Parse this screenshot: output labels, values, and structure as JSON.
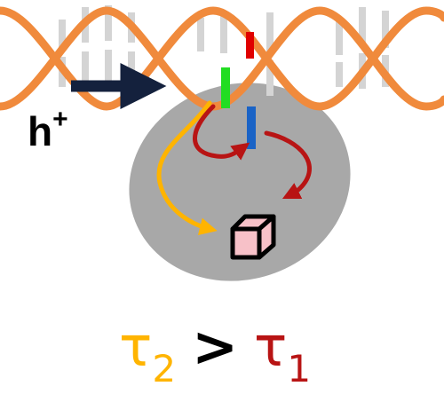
{
  "colors": {
    "helix": "#F08A3C",
    "base_pair": "#D4D4D4",
    "domain": "#A8A8A8",
    "hole_arrow": "#14213D",
    "fast_path": "#B81414",
    "slow_path": "#FFB400",
    "base_red": "#E00000",
    "base_green": "#22DD22",
    "base_blue": "#1A63C6",
    "cube_face": "#F7C1C8",
    "cube_edge": "#000000"
  },
  "labels": {
    "hole": "h",
    "hole_charge": "+",
    "tau_symbol": "τ",
    "slow_subscript": "2",
    "relation": ">",
    "fast_subscript": "1"
  },
  "icons": {
    "cube": "cube-icon",
    "hole_arrow": "right-arrow-icon"
  }
}
